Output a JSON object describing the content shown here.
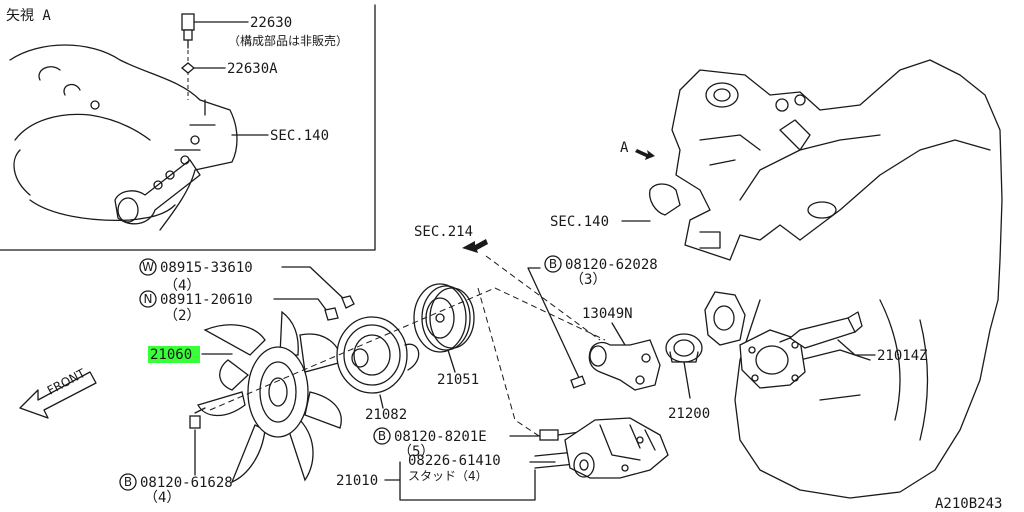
{
  "view_label": "矢視 A",
  "diagram_code": "A210B243",
  "parts": {
    "p22630": "22630",
    "p22630_note": "（構成部品は非販売）",
    "p22630A": "22630A",
    "sec140_inset": "SEC.140",
    "sec140_main": "SEC.140",
    "sec214": "SEC.214",
    "arrow_a": "A",
    "w_prefix": "W",
    "w_part": "08915-33610",
    "w_qty": "（4）",
    "n_prefix": "N",
    "n_part": "08911-20610",
    "n_qty": "（2）",
    "p21060": "21060",
    "front": "FRONT",
    "b1_prefix": "B",
    "b1_part": "08120-61628",
    "b1_qty": "（4）",
    "b2_prefix": "B",
    "b2_part": "08120-62028",
    "b2_qty": "（3）",
    "p13049N": "13049N",
    "p21051": "21051",
    "p21082": "21082",
    "p21200": "21200",
    "p21014Z": "21014Z",
    "b3_prefix": "B",
    "b3_part": "08120-8201E",
    "b3_qty": "（5）",
    "stud_part": "08226-61410",
    "stud_note": "スタッド（4）",
    "p21010": "21010"
  },
  "highlight_color": "#39ff39"
}
